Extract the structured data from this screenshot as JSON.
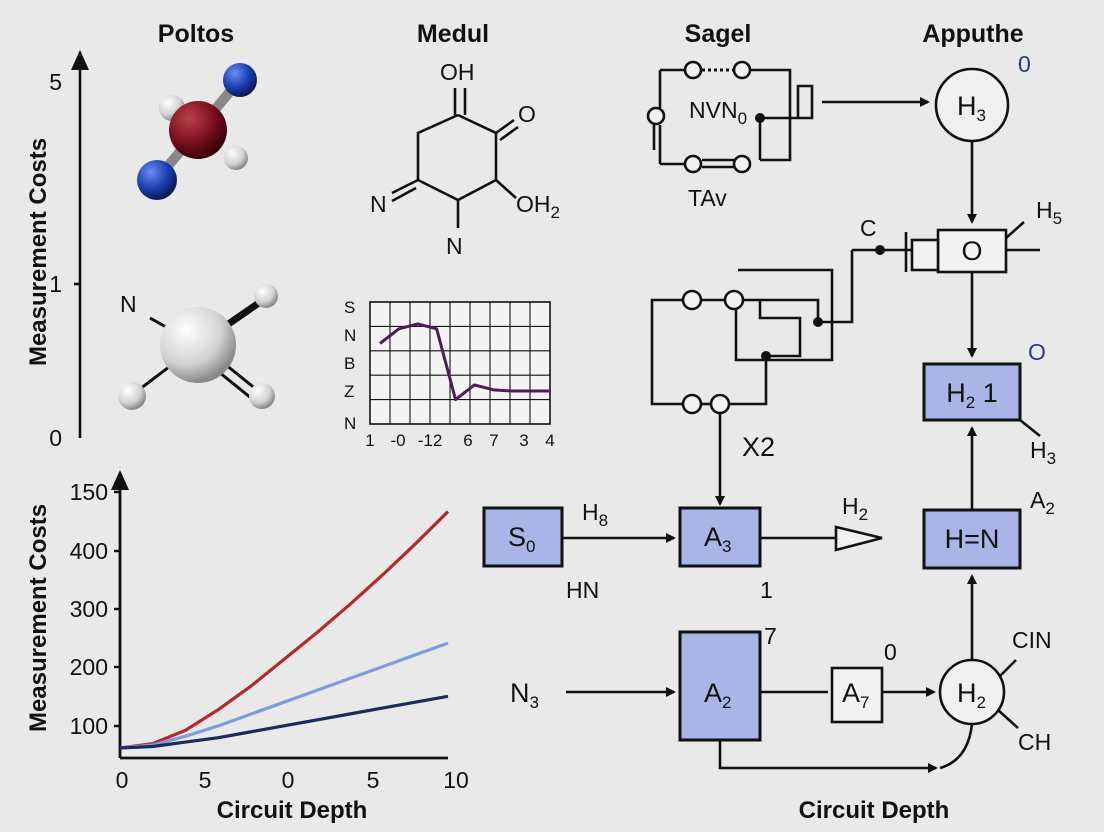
{
  "headers": [
    "Poltos",
    "Medul",
    "Sagel",
    "Apputhe"
  ],
  "left_axis": {
    "label": "Measurement Costs",
    "ticks": [
      "5",
      "1",
      "0"
    ]
  },
  "molecule_labels": {
    "n": "N"
  },
  "medul_labels": {
    "oh": "OH",
    "o": "O",
    "n1": "N",
    "oh2": "OH",
    "oh2_sub": "2",
    "n2": "N"
  },
  "mini_chart_data": {
    "type": "line",
    "y_tick_labels": [
      "S",
      "N",
      "B",
      "Z",
      "N"
    ],
    "x_tick_labels": [
      "1",
      "-0",
      "-12",
      "6",
      "7",
      "3",
      "4"
    ],
    "series": [
      {
        "values": [
          3.3,
          3.9,
          4.1,
          3.9,
          1.0,
          1.6,
          1.4,
          1.35,
          1.35,
          1.35
        ]
      }
    ],
    "ylim": [
      0,
      5
    ],
    "line_color": "#4b1f52"
  },
  "sagel_labels": {
    "nvn_main": "NVN",
    "nvn_sub": "0",
    "tav": "TAv"
  },
  "nodes": {
    "h3_circle": {
      "main": "H",
      "sub": "3"
    },
    "o_superscript_top": "0",
    "c_label": "C",
    "o_box": "O",
    "h5_label": {
      "main": "H",
      "sub": "5"
    },
    "h21_box": {
      "main": "H",
      "sub": "2",
      "suffix": " 1"
    },
    "o_label_right": "O",
    "h3_label": {
      "main": "H",
      "sub": "3"
    },
    "x2_label": "X2",
    "s0_box": {
      "main": "S",
      "sub": "0"
    },
    "h8_label": {
      "main": "H",
      "sub": "8"
    },
    "hn_label": "HN",
    "a3_box": {
      "main": "A",
      "sub": "3"
    },
    "one_label": "1",
    "h2_triangle_label": {
      "main": "H",
      "sub": "2"
    },
    "hn_box": "H=N",
    "a2_label_right": {
      "main": "A",
      "sub": "2"
    },
    "n3_label": {
      "main": "N",
      "sub": "3"
    },
    "a2_box": {
      "main": "A",
      "sub": "2"
    },
    "seven_label": "7",
    "a7_box": {
      "main": "A",
      "sub": "7"
    },
    "zero_label": "0",
    "h2_circle": {
      "main": "H",
      "sub": "2"
    },
    "cin_label": "CIN",
    "ch_label": "CH",
    "bottom_axis_label": "Circuit Depth"
  },
  "chart_data": {
    "type": "line",
    "title": "",
    "xlabel": "Circuit Depth",
    "ylabel": "Measurement Costs",
    "x_tick_labels": [
      "0",
      "5",
      "0",
      "5",
      "10"
    ],
    "y_tick_labels": [
      "150",
      "400",
      "300",
      "200",
      "100"
    ],
    "x": [
      0,
      1,
      2,
      3,
      4,
      5,
      6,
      7,
      8,
      9,
      10
    ],
    "series": [
      {
        "color": "#b32a2a",
        "values": [
          0,
          3,
          12,
          26,
          42,
          60,
          78,
          97,
          117,
          138,
          160
        ]
      },
      {
        "color": "#7f9ce0",
        "values": [
          0,
          2,
          8,
          15,
          23,
          31,
          39,
          47,
          55,
          63,
          71
        ]
      },
      {
        "color": "#1c2a5e",
        "values": [
          0,
          1,
          4,
          7,
          11,
          15,
          19,
          23,
          27,
          31,
          35
        ]
      }
    ],
    "ylim": [
      0,
      180
    ],
    "xlim": [
      0,
      10
    ]
  }
}
